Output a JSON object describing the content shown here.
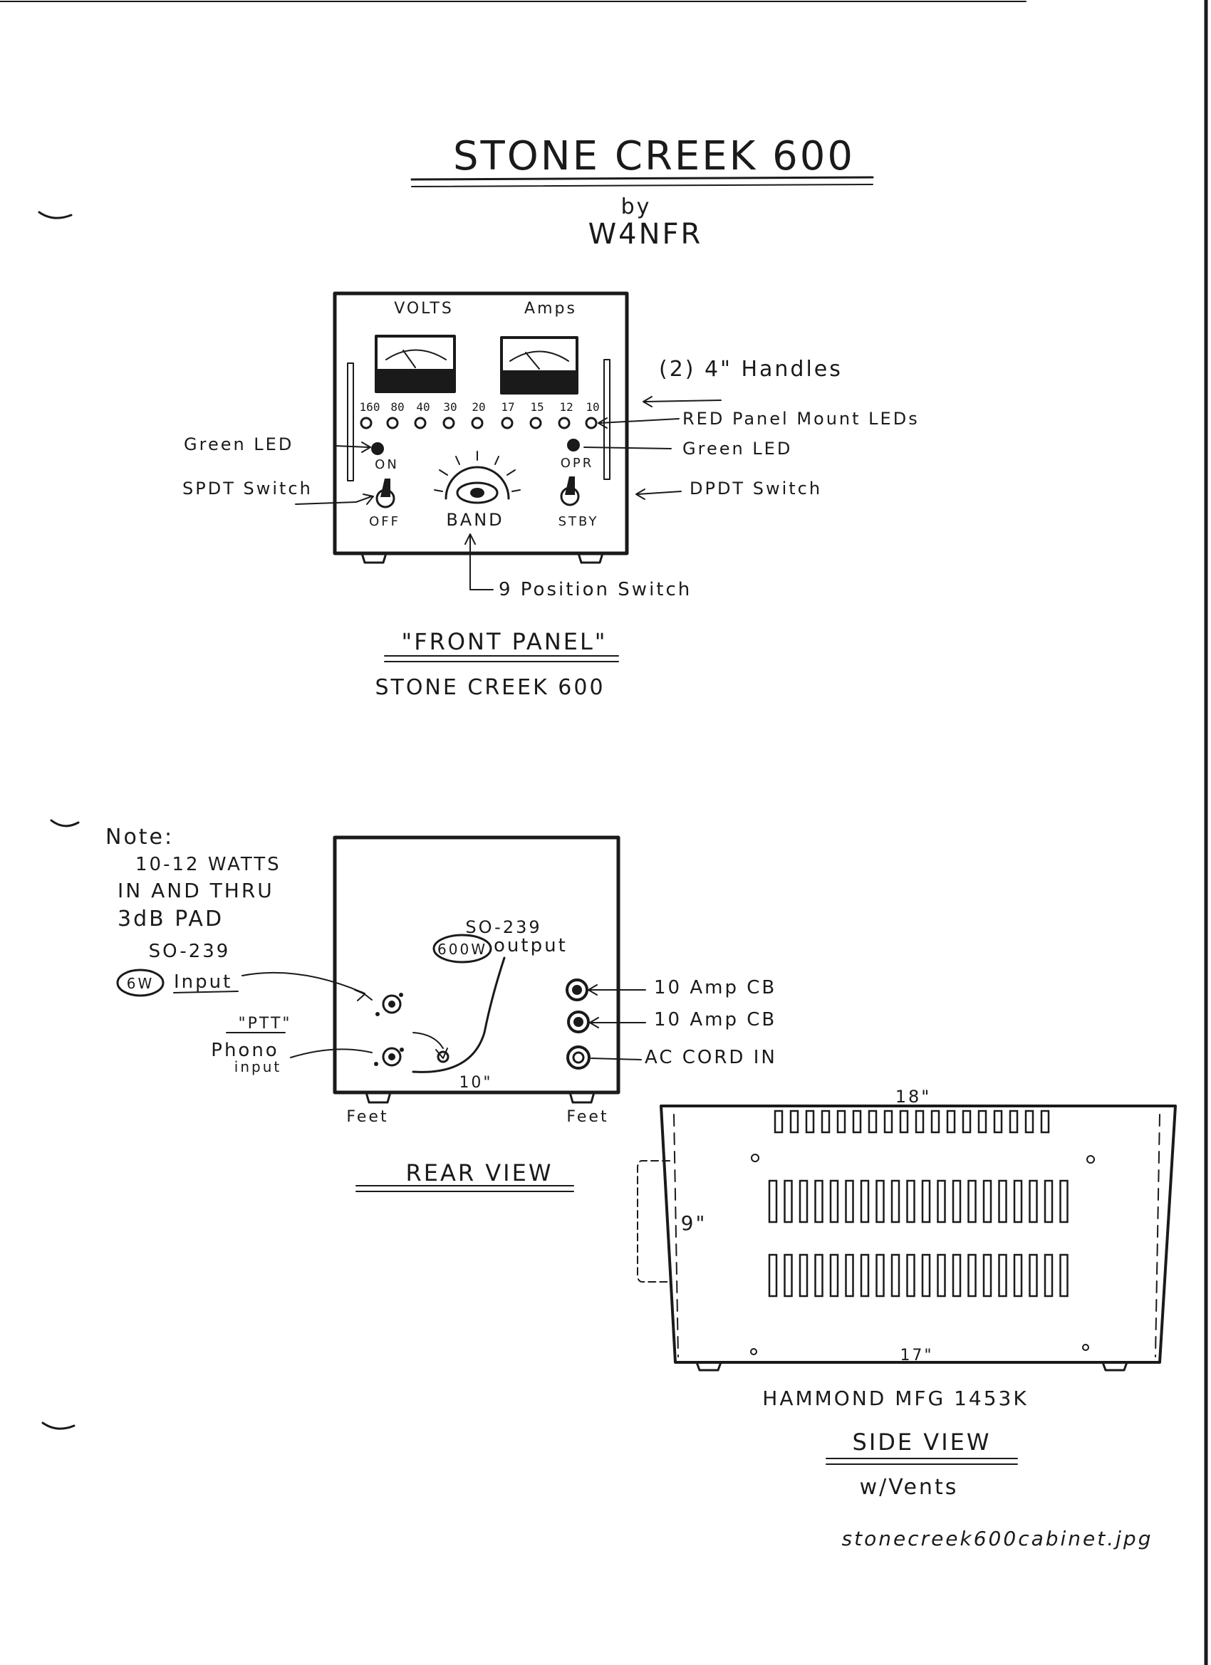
{
  "title": "STONE CREEK 600",
  "byline": "by",
  "author": "W4NFR",
  "front_panel": {
    "meter_left": "VOLTS",
    "meter_right": "Amps",
    "bands": [
      "160",
      "80",
      "40",
      "30",
      "20",
      "17",
      "15",
      "12",
      "10"
    ],
    "on_label": "ON",
    "off_label": "OFF",
    "band_label": "BAND",
    "opr_label": "OPR",
    "stby_label": "STBY",
    "callouts": {
      "handles": "(2) 4\" Handles",
      "red_leds": "RED Panel Mount LEDs",
      "green_led_right": "Green LED",
      "dpdt_switch": "DPDT Switch",
      "green_led_left": "Green LED",
      "spdt_switch": "SPDT Switch",
      "position_switch": "9 Position Switch"
    },
    "caption": "\"FRONT PANEL\"",
    "subcaption": "STONE CREEK 600"
  },
  "rear_view": {
    "note_lines": [
      "Note:",
      "10-12 WATTS",
      "IN AND THRU",
      "3dB PAD"
    ],
    "input_connector": "SO-239",
    "input_circle": "6W",
    "input_label": "Input",
    "ptt_label": "\"PTT\"",
    "phono_label": "Phono",
    "phono_input": "input",
    "output_connector": "SO-239",
    "output_circle": "600W",
    "output_label": "output",
    "cb1": "10 Amp CB",
    "cb2": "10 Amp CB",
    "ac_cord": "AC CORD IN",
    "cable_length": "10\"",
    "feet_left": "Feet",
    "feet_right": "Feet",
    "caption": "REAR VIEW"
  },
  "side_view": {
    "width_top": "18\"",
    "height": "9\"",
    "width_bottom": "17\"",
    "model": "HAMMOND MFG 1453K",
    "caption": "SIDE VIEW",
    "subcaption": "w/Vents"
  },
  "filename": "stonecreek600cabinet.jpg"
}
